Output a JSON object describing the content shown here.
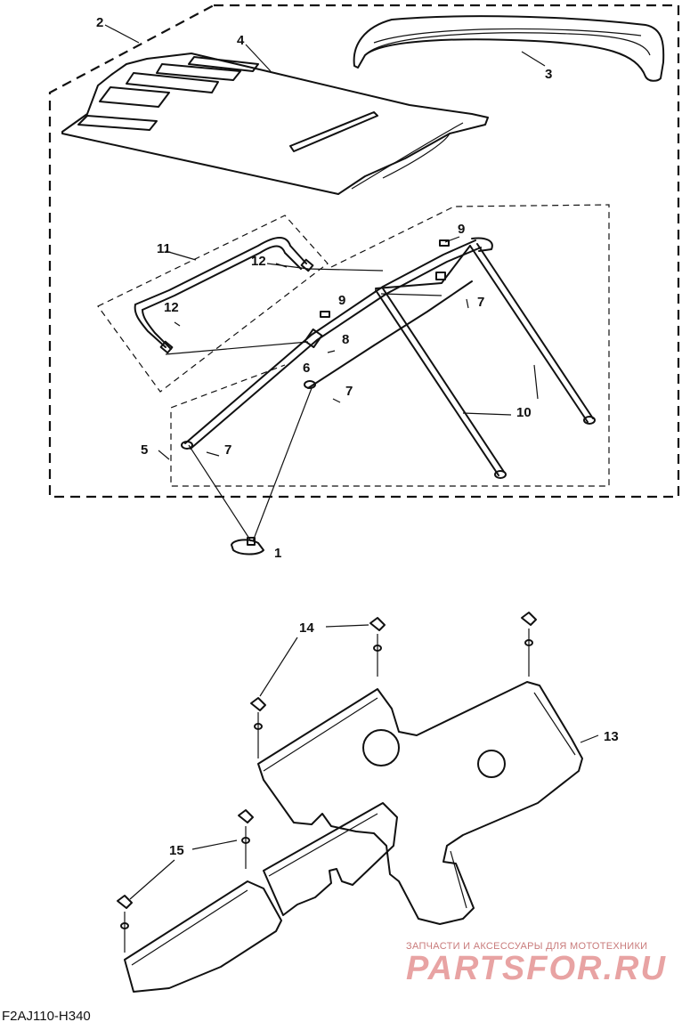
{
  "callouts": {
    "c1": "1",
    "c2": "2",
    "c3": "3",
    "c4": "4",
    "c5": "5",
    "c6": "6",
    "c7a": "7",
    "c7b": "7",
    "c7c": "7",
    "c8": "8",
    "c9a": "9",
    "c9b": "9",
    "c10": "10",
    "c11": "11",
    "c12a": "12",
    "c12b": "12",
    "c13": "13",
    "c14": "14",
    "c15": "15"
  },
  "diagram_code": "F2AJ110-H340",
  "watermark": {
    "tagline": "ЗАПЧАСТИ И АКСЕССУАРЫ ДЛЯ МОТОТЕХНИКИ",
    "brand": "PARTSFOR.RU"
  }
}
